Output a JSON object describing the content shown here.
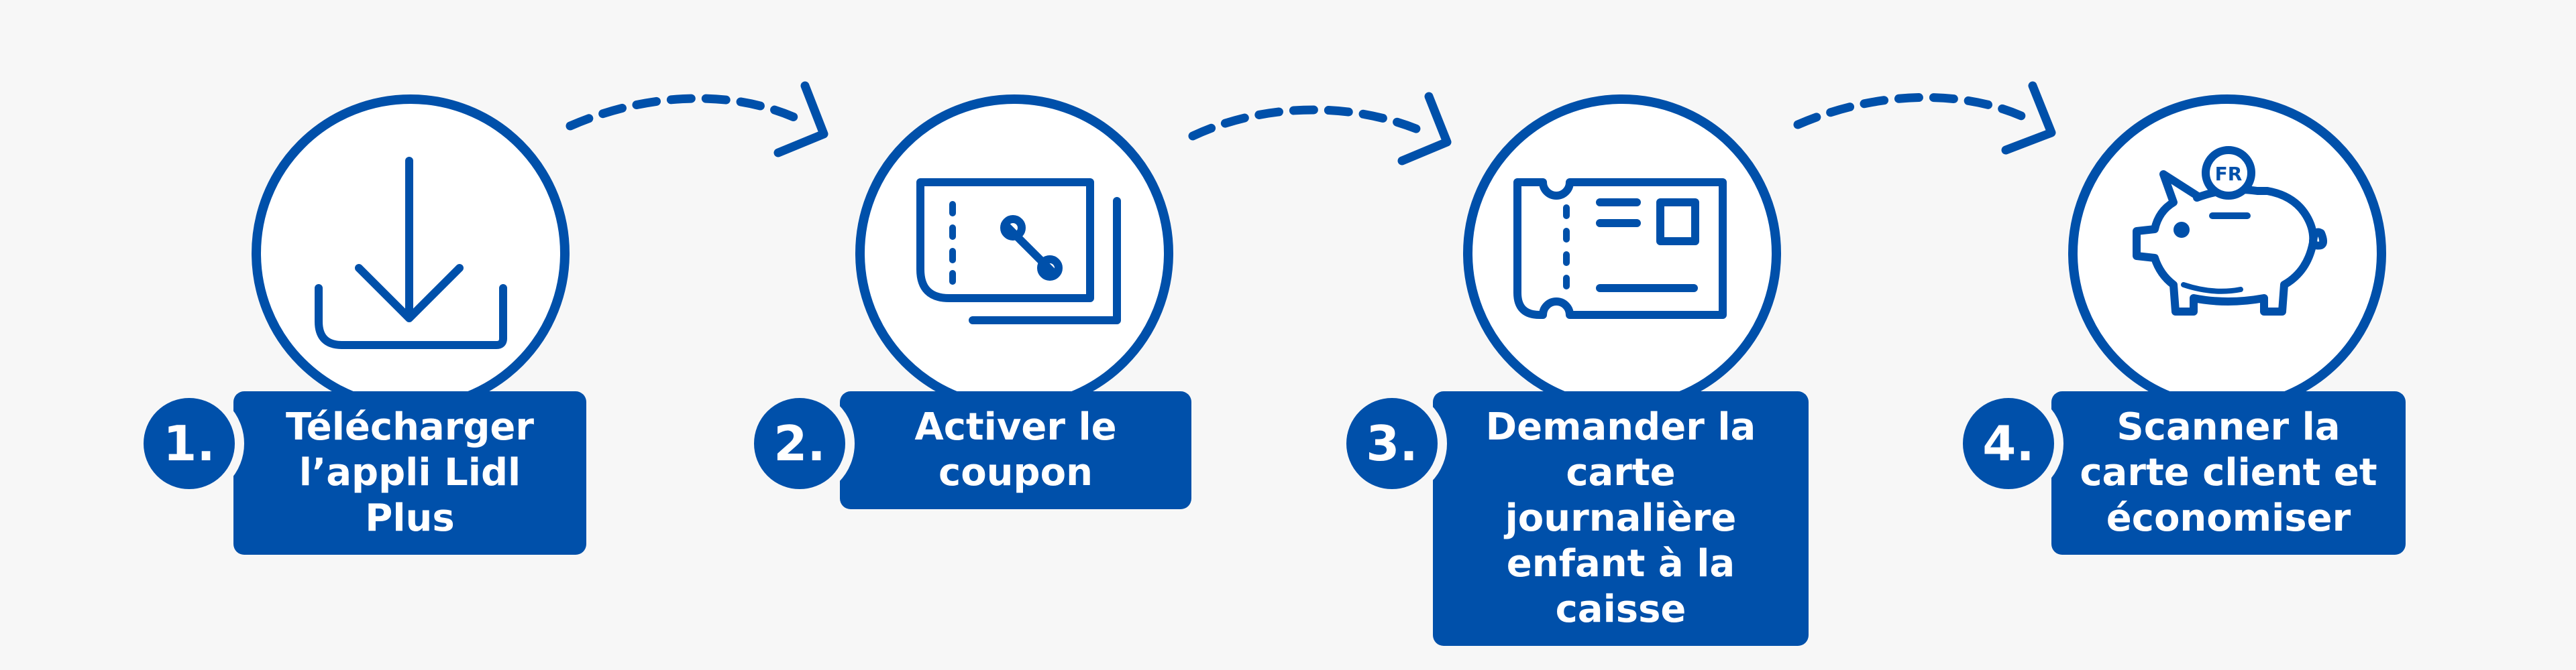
{
  "colors": {
    "brand_blue": "#0050aa",
    "background": "#f7f7f7",
    "white": "#ffffff"
  },
  "steps": [
    {
      "number": "1.",
      "label": "Télécharger l’appli Lidl Plus",
      "icon": "download-icon"
    },
    {
      "number": "2.",
      "label": "Activer le coupon",
      "icon": "coupon-icon"
    },
    {
      "number": "3.",
      "label": "Demander la carte journalière enfant à la caisse",
      "icon": "ticket-card-icon"
    },
    {
      "number": "4.",
      "label": "Scanner la carte client et économiser",
      "icon": "piggy-bank-icon"
    }
  ],
  "piggy_coin_text": "FR"
}
